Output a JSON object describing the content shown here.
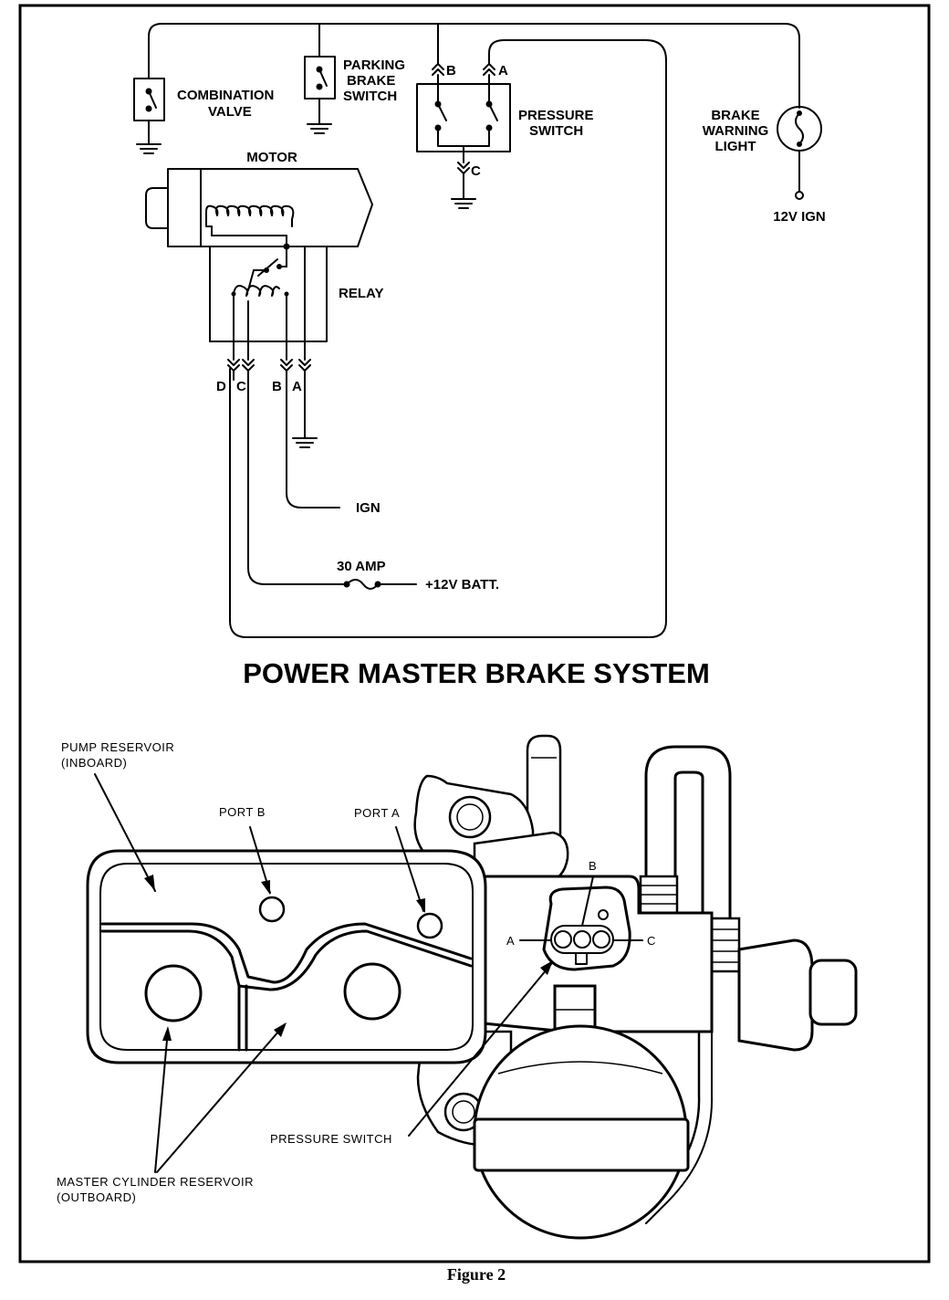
{
  "schematic": {
    "combination_valve": [
      "COMBINATION",
      "VALVE"
    ],
    "parking_brake_switch": [
      "PARKING",
      "BRAKE",
      "SWITCH"
    ],
    "pressure_switch": [
      "PRESSURE",
      "SWITCH"
    ],
    "brake_warning_light": [
      "BRAKE",
      "WARNING",
      "LIGHT"
    ],
    "ign_12v": "12V IGN",
    "motor": "MOTOR",
    "relay": "RELAY",
    "ign": "IGN",
    "fuse": "30 AMP",
    "battery": "+12V BATT.",
    "pressure_terminals": {
      "b": "B",
      "a": "A",
      "c": "C"
    },
    "relay_terminals": {
      "d": "D",
      "c": "C",
      "b": "B",
      "a": "A"
    }
  },
  "title": "POWER MASTER BRAKE SYSTEM",
  "illustration": {
    "pump_reservoir": [
      "PUMP RESERVOIR",
      "(INBOARD)"
    ],
    "port_b": "PORT B",
    "port_a": "PORT A",
    "pin_b": "B",
    "pin_a": "A",
    "pin_c": "C",
    "pressure_switch": "PRESSURE SWITCH",
    "master_cylinder": [
      "MASTER CYLINDER RESERVOIR",
      "(OUTBOARD)"
    ]
  },
  "caption": "Figure 2"
}
